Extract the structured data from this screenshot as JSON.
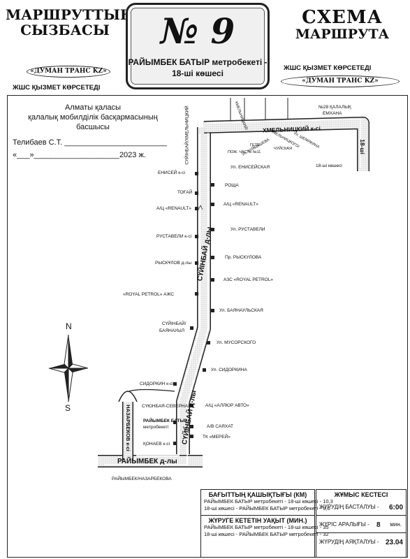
{
  "header": {
    "title_kz_1": "МАРШРУТТЫҢ",
    "title_kz_2": "СЫЗБАСЫ",
    "number": "№ 9",
    "route_name_1": "РАЙЫМБЕК БАТЫР метробекеті -",
    "route_name_2": "18-ші көшесі",
    "title_ru_1": "СХЕМА",
    "title_ru_2": "МАРШРУТА",
    "company_left": "«ДУМАН ТРАНС KZ»",
    "service_left": "ЖШС ҚЫЗМЕТ КӨРСЕТЕДІ",
    "service_right": "ЖШС ҚЫЗМЕТ КӨРСЕТЕДІ",
    "company_right": "«ДУМАН ТРАНС KZ»"
  },
  "approval": {
    "line1": "Алматы қаласы",
    "line2": "қалалық мобилділік басқармасының басшысы",
    "line3": "Телибаев С.Т. ________________________",
    "line4": "«___»____________________2023 ж."
  },
  "map": {
    "streets": {
      "khmelnitsky": "ХМЕЛЬНИЦКИЙ к-сі",
      "street18": "18-ші",
      "suyunbay_main": "СҮЙІНБАЙ д-лы",
      "suyunbay_lower": "СҮЙІНБАЙ д-лы",
      "raiymbek": "РАЙЫМБЕК д-лы",
      "nazarbek": "НАЗАРБЕКОВ к-сі",
      "suyunbay_khmel": "СҮЙІНБАЙ/ХМЕЛЬНИЦКИЙ"
    },
    "stops_left": [
      "ЕНИСЕЙ к-сі",
      "ТОҒАЙ",
      "А/Ц «RENAULT»",
      "РУСТАВЕЛИ к-сі",
      "РЫСКҰЛОВ д-лы",
      "«ROYAL PETROL» АЖС",
      "СҮЙІНБАЙ/",
      "БАЯНАУЫЛ",
      "СИДОРКИН к-сі",
      "СҮЮНБАЯ-СЕВЕРНАЯ",
      "РАЙЫМБЕК БАТЫР",
      "метробекеті",
      "ҚОНАЕВ к-сі",
      "РАЙЫМБЕК/НАЗАРБЕКОВА"
    ],
    "stops_right": [
      "Ул. ЕНИСЕЙСКАЯ",
      "РОЩА",
      "А/Ц «RENAULT»",
      "Ул. РУСТАВЕЛИ",
      "Пр. РЫСКУЛОВА",
      "АЗС «ROYAL PETROL»",
      "Ул. БАЯНАУЛЬСКАЯ",
      "Ул. МУСОРСКОГО",
      "Ул. СИДОРКИНА",
      "А/Ц «АЛЛЮР АВТО»",
      "А/В САЯХАТ",
      "ТК «МЕРЕЙ»"
    ],
    "stops_top": [
      "ХМЕЛЬНИЦКИЙ/",
      "ГЕТЕ",
      "ПОЖ. ЧАСТЬ №11",
      "Ул. КУЙБЫШЕВА",
      "ХМЕЛЬНИЦКОГО/",
      "ЧУЙСКАЯ",
      "Ул. ШЕМЯКИНА",
      "№28 ҚАЛАЛЫҚ",
      "ЕМХАНА",
      "18-ші көшесі"
    ],
    "compass_n": "N",
    "compass_s": "S"
  },
  "info": {
    "distance_header": "БАҒЫТТЫҢ ҚАШЫҚТЫҒЫ (КМ)",
    "distance_1": "РАЙЫМБЕК БАТЫР метробекеті - 18-ші көшесі - 10,3",
    "distance_2": "18-ші көшесі - РАЙЫМБЕК БАТЫР метробекеті - 9,0",
    "time_header": "ЖҮРУГЕ КЕТЕТІН УАҚЫТ (МИН.)",
    "time_1": "РАЙЫМБЕК БАТЫР метробекеті - 18-ші көшесі - 35",
    "time_2": "18-ші көшесі - РАЙЫМБЕК БАТЫР метробекеті - 32",
    "schedule_header": "ЖҰМЫС КЕСТЕСІ",
    "start_label": "ЖҮРУДІҢ БАСТАЛУЫ -",
    "start_value": "6:00",
    "interval_label": "ЖҮРІС АРАЛЫҒЫ -",
    "interval_value": "8",
    "interval_unit": "мин.",
    "end_label": "ЖҮРУДІҢ АЯҚТАЛУЫ -",
    "end_value": "23.04"
  }
}
